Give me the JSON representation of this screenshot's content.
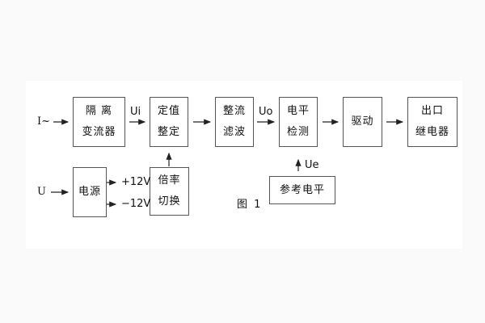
{
  "figure": {
    "caption": "图 1",
    "input_labels": {
      "current": "I~",
      "voltage": "U"
    },
    "signal_labels": {
      "ui": "Ui",
      "uo": "Uo",
      "ue": "Ue"
    },
    "power_rails": {
      "positive": "+12V",
      "negative": "−12V"
    },
    "blocks": {
      "isolation_transformer": {
        "line1": "隔 离",
        "line2": "变流器"
      },
      "setpoint_adjust": {
        "line1": "定值",
        "line2": "整定"
      },
      "rectifier_filter": {
        "line1": "整流",
        "line2": "滤波"
      },
      "level_detector": {
        "line1": "电平",
        "line2": "检测"
      },
      "driver": {
        "line1": "驱动"
      },
      "output_relay": {
        "line1": "出口",
        "line2": "继电器"
      },
      "power_supply": {
        "line1": "电源"
      },
      "ratio_switch": {
        "line1": "倍率",
        "line2": "切换"
      },
      "reference_level": {
        "line1": "参考电平"
      }
    },
    "colors": {
      "box_border": "#555555",
      "line": "#222222",
      "text": "#111111",
      "page_background": "#fafafa",
      "panel_background": "#ffffff"
    }
  }
}
